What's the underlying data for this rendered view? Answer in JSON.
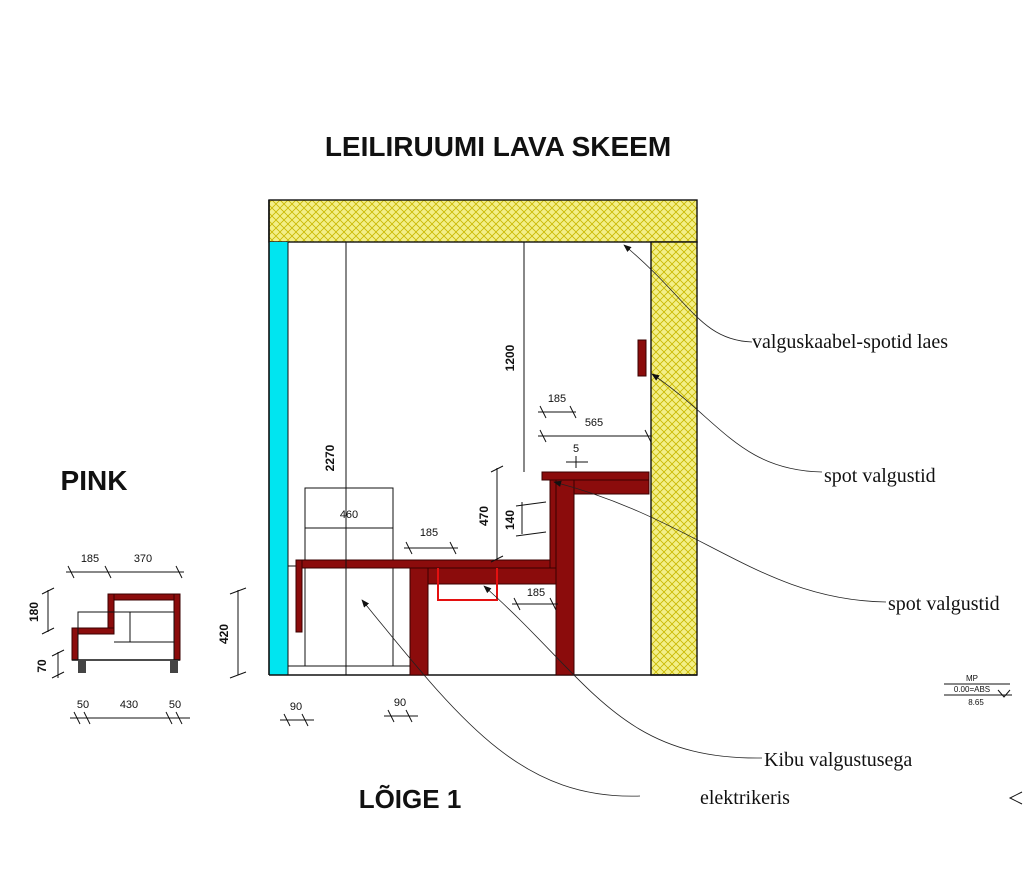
{
  "titles": {
    "main": "LEILIRUUMI LAVA SKEEM",
    "bench": "PINK",
    "section": "LÕIGE 1"
  },
  "callouts": {
    "ceiling_cable": "valguskaabel-spotid laes",
    "spot_lights_1": "spot valgustid",
    "spot_lights_2": "spot valgustid",
    "step_lighting": "Kibu valgustusega",
    "electric_heater": "elektrikeris"
  },
  "dimensions": {
    "height_2270": "2270",
    "height_1200": "1200",
    "width_185_top": "185",
    "width_565": "565",
    "gap_5": "5",
    "height_470": "470",
    "height_140": "140",
    "width_460": "460",
    "width_185_mid": "185",
    "width_185_low": "185",
    "height_420": "420",
    "width_90_left": "90",
    "width_90_right": "90"
  },
  "bench_dimensions": {
    "top_185": "185",
    "top_370": "370",
    "side_180": "180",
    "side_70": "70",
    "bottom_50_left": "50",
    "bottom_430": "430",
    "bottom_50_right": "50"
  },
  "level_marker": {
    "code": "MP",
    "datum": "0.00=ABS",
    "elevation": "8.65"
  },
  "colors": {
    "insulation": "#f3ef88",
    "insulation_hatch": "#c9b800",
    "wood": "#8b0c0c",
    "cyan_wall": "#00e5f0",
    "wiring": "#e41010"
  }
}
